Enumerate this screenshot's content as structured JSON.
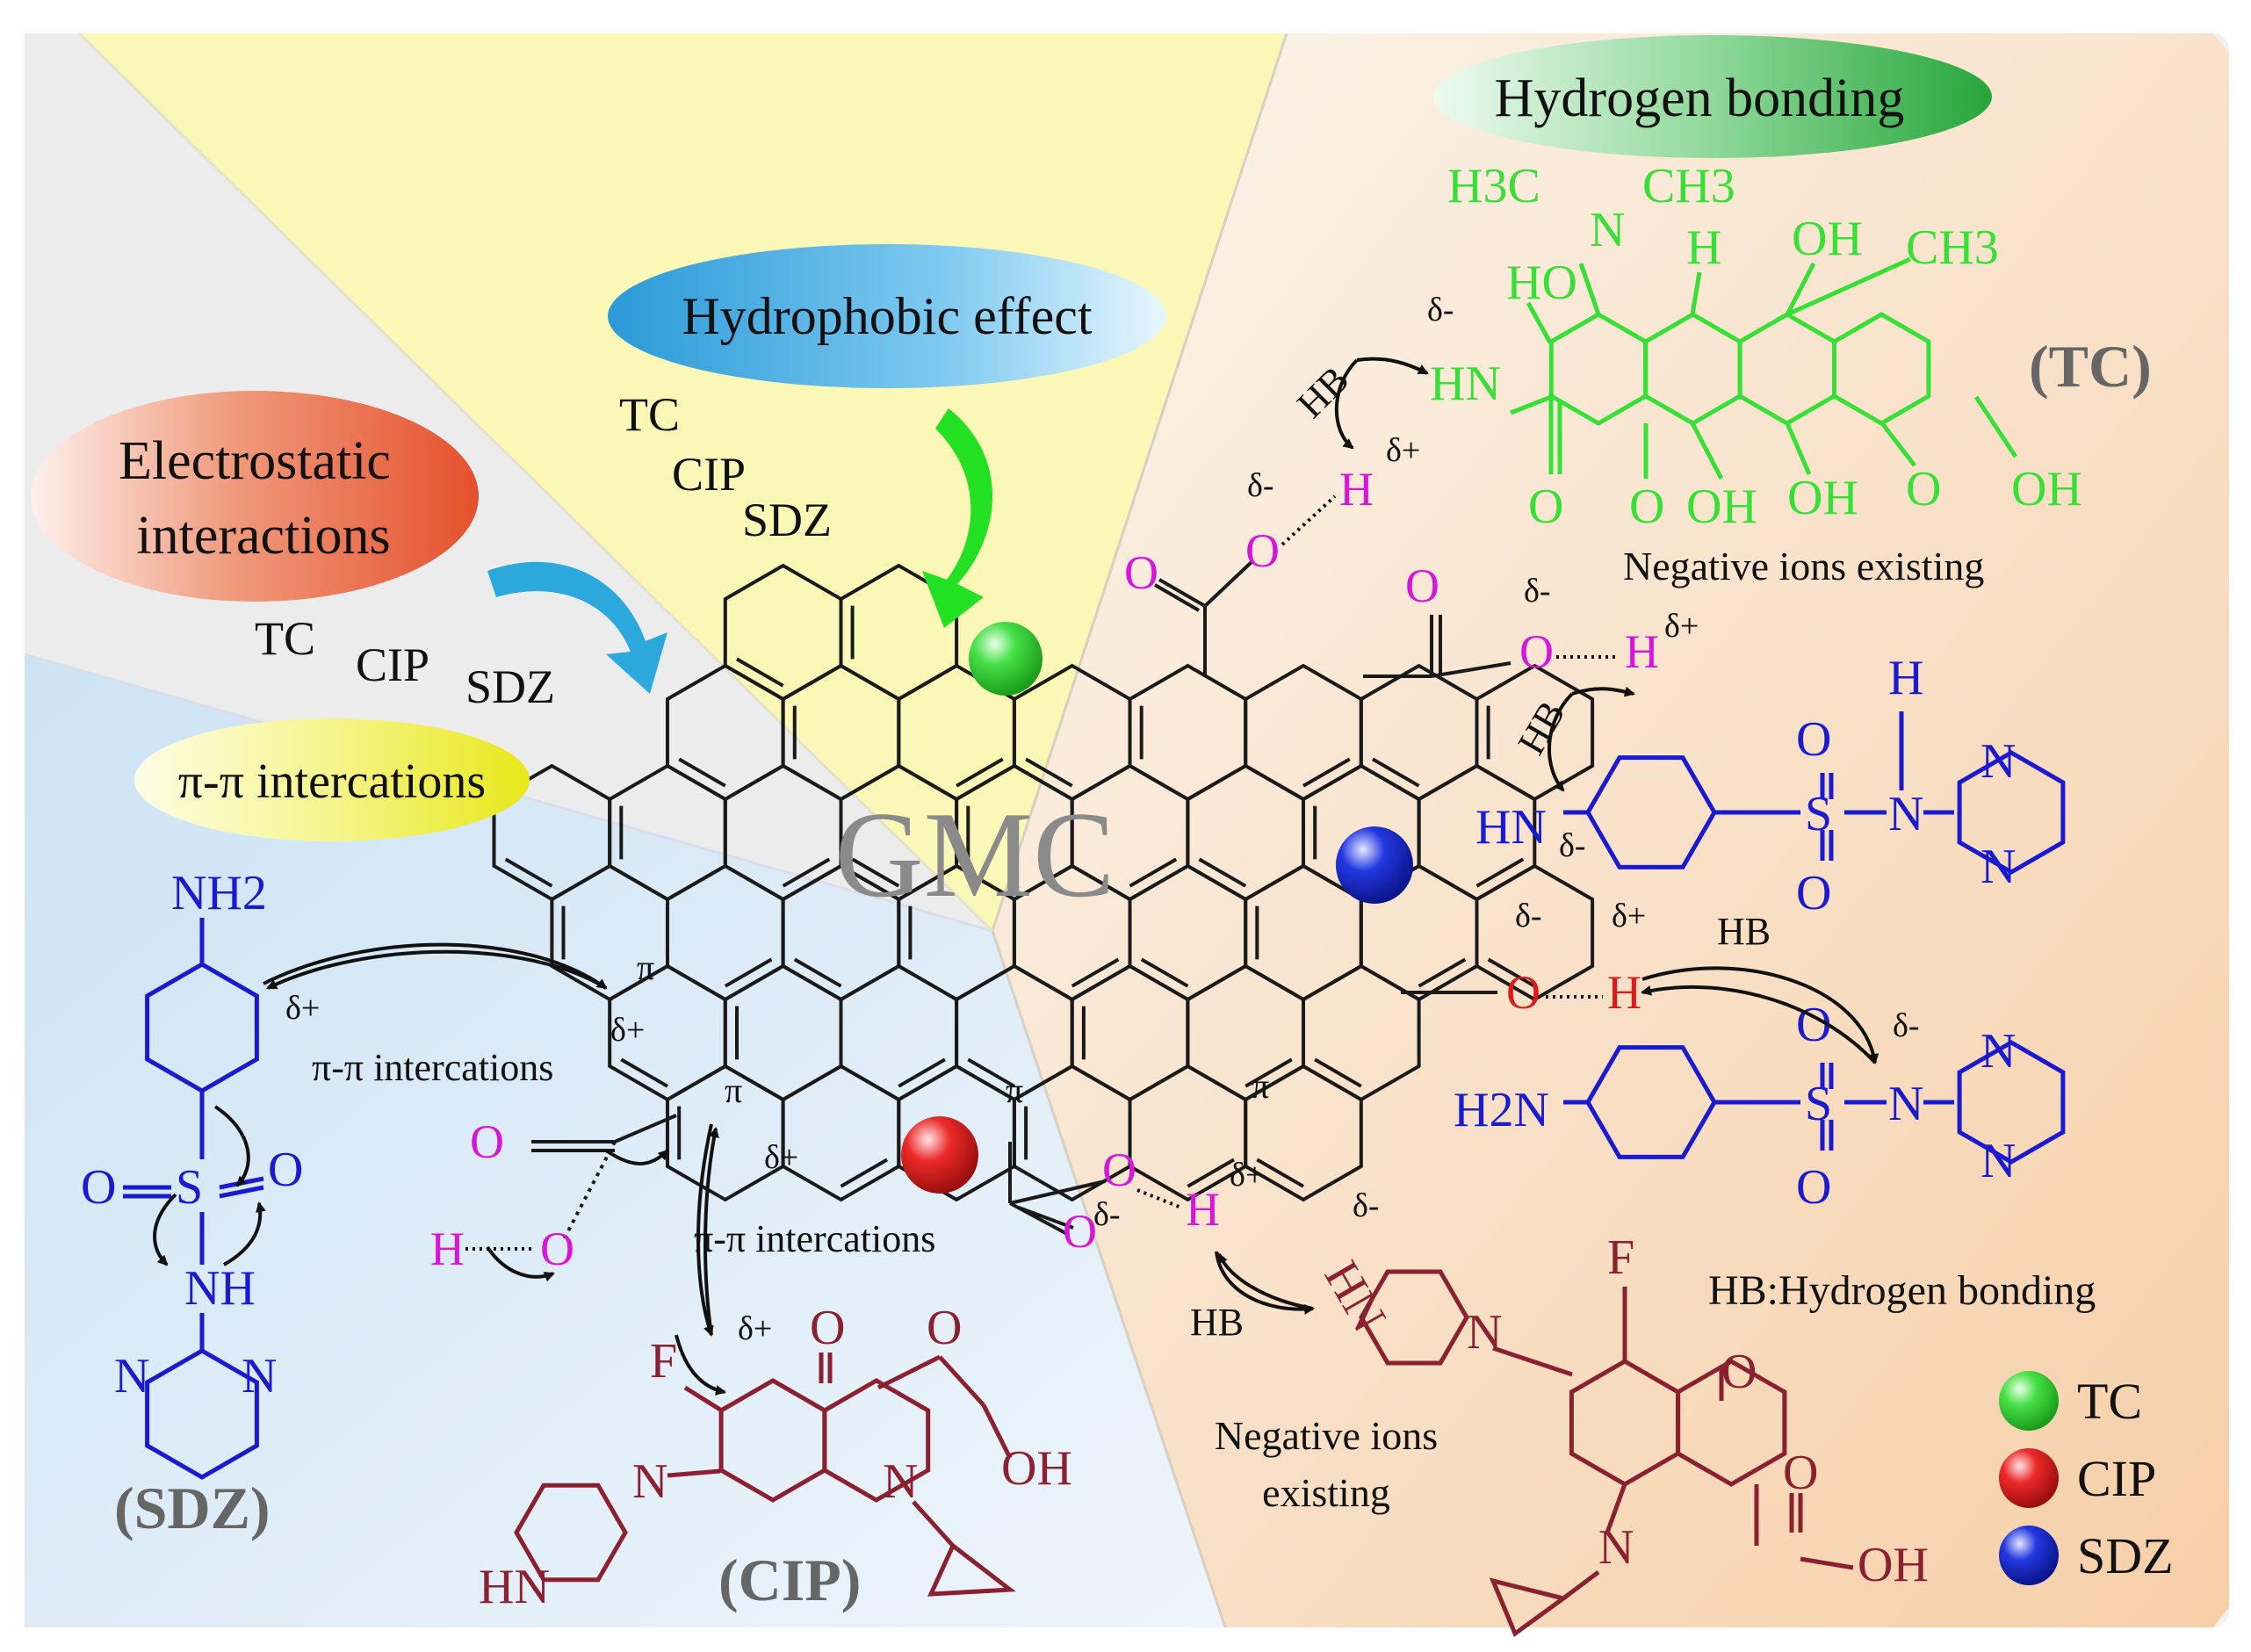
{
  "center_label": "GMC",
  "mechanisms": {
    "hydrophobic": "Hydrophobic effect",
    "hydrogen_bonding": "Hydrogen bonding",
    "electrostatic_line1": "Electrostatic",
    "electrostatic_line2": "interactions",
    "pi_pi": "π-π intercations"
  },
  "pollutants": {
    "tc": "TC",
    "cip": "CIP",
    "sdz": "SDZ"
  },
  "pollutant_labels": {
    "tc": "(TC)",
    "cip": "(CIP)",
    "sdz": "(SDZ)"
  },
  "annotations": {
    "negative_ions_tc": "Negative ions existing",
    "negative_ions_cip_line1": "Negative ions",
    "negative_ions_cip_line2": "existing",
    "hb": "HB",
    "hb_legend": "HB:Hydrogen bonding",
    "pi_pi_left": "π-π intercations",
    "pi_pi_bottom": "π-π intercations",
    "pi": "π",
    "delta_plus": "δ+",
    "delta_minus": "δ-"
  },
  "legend": [
    {
      "label": "TC",
      "color": "#3fd63f"
    },
    {
      "label": "CIP",
      "color": "#e02424"
    },
    {
      "label": "SDZ",
      "color": "#1f2fd6"
    }
  ],
  "atoms": {
    "O": "O",
    "H": "H",
    "N": "N",
    "S": "S",
    "F": "F",
    "OH": "OH",
    "HN": "HN",
    "NH": "NH",
    "NH2": "NH2",
    "H2N": "H2N",
    "HO": "HO",
    "H3C": "H3C",
    "CH3": "CH3",
    "CH3_alt": "CH3"
  },
  "colors": {
    "tc": "#36e036",
    "sdz": "#1a1ad0",
    "cip": "#8b2030",
    "highlight": "#d815d8",
    "red": "#e01818"
  }
}
